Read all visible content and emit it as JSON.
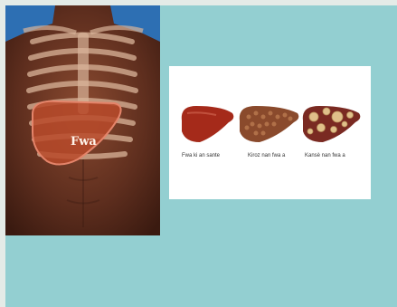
{
  "figure": {
    "torso_label": "Fwa",
    "captions": [
      "Fwa ki an sante",
      "Kiroz nan fwa a",
      "Kansè nan fwa a"
    ],
    "colors": {
      "background": "#93cfd1",
      "skin": "#5a2a1c",
      "liver_healthy": "#8e2417",
      "liver_cirrhosis": "#8a4a2c",
      "liver_cancer": "#7a2a22",
      "tumor": "#e0c08a"
    }
  }
}
